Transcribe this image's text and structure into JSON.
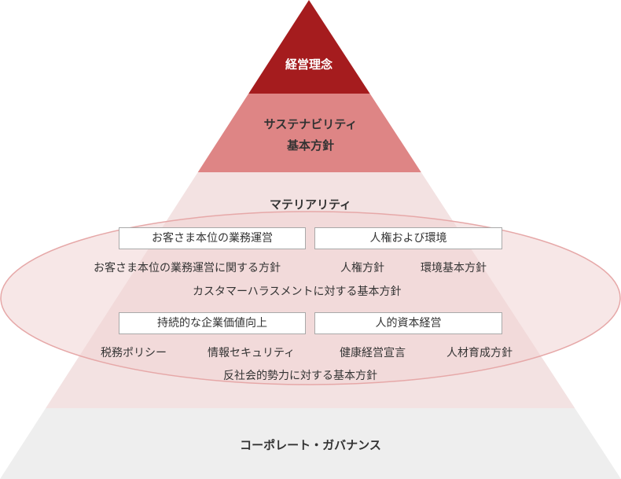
{
  "pyramid": {
    "philosophy": "経営理念",
    "sustainability_line1": "サステナビリティ",
    "sustainability_line2": "基本方針",
    "materiality": "マテリアリティ",
    "governance": "コーポレート・ガバナンス"
  },
  "materiality_groups": {
    "group1_title": "お客さま本位の業務運営",
    "group2_title": "人権および環境",
    "row1_items": [
      "お客さま本位の業務運営に関する方針",
      "人権方針",
      "環境基本方針"
    ],
    "row1_line2": "カスタマーハラスメントに対する基本方針",
    "group3_title": "持続的な企業価値向上",
    "group4_title": "人的資本経営",
    "row2_items": [
      "税務ポリシー",
      "情報セキュリティ",
      "健康経営宣言",
      "人材育成方針"
    ],
    "row2_line2": "反社会的勢力に対する基本方針"
  },
  "colors": {
    "top_tier": "#a51c1e",
    "second_tier": "#de8585",
    "third_tier": "#f3e2e2",
    "bottom_tier": "#eeeeee",
    "ellipse_fill": "#f0d3d3",
    "ellipse_stroke": "#e6a8a8"
  }
}
